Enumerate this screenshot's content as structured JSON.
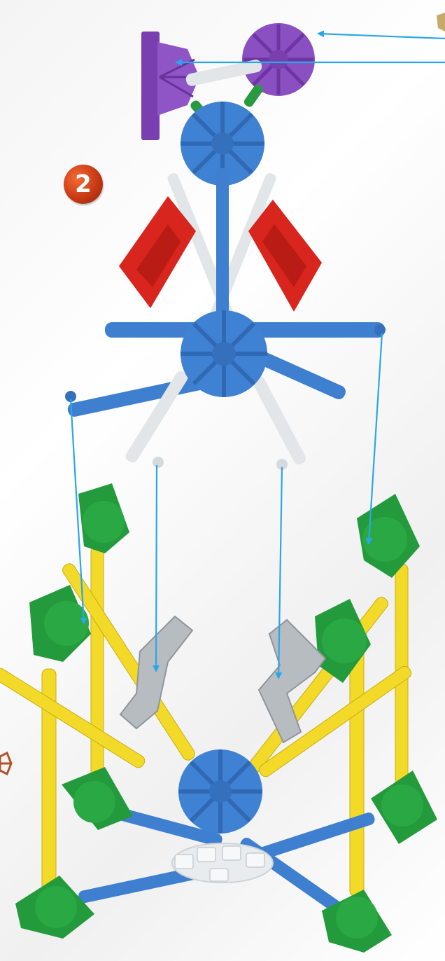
{
  "step": {
    "number": "2"
  },
  "colors": {
    "purple": "#8a4fc0",
    "blue": "#3e7fd0",
    "red": "#d8251d",
    "white": "#e6e9ec",
    "green": "#239a3b",
    "yellow": "#f3d928",
    "gray": "#b7bcc1",
    "arrow": "#2aa7e8",
    "badge": "#d84a1e"
  },
  "icons": {
    "step_badge": "numbered-circle",
    "arrows": "connection-arrow",
    "side_marker": "star-marker"
  }
}
